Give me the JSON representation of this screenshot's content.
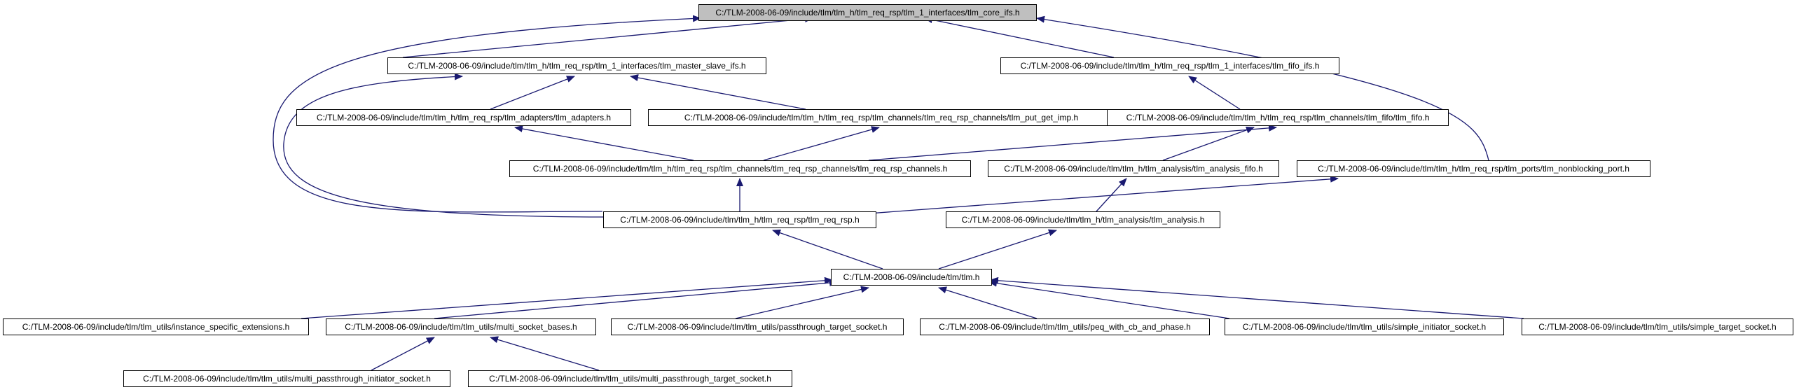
{
  "colors": {
    "edge": "#191970",
    "node_border": "#000000",
    "node_fill": "#ffffff",
    "root_fill": "#bfbfbf"
  },
  "nodes": {
    "core_ifs": "C:/TLM-2008-06-09/include/tlm/tlm_h/tlm_req_rsp/tlm_1_interfaces/tlm_core_ifs.h",
    "master_slave_ifs": "C:/TLM-2008-06-09/include/tlm/tlm_h/tlm_req_rsp/tlm_1_interfaces/tlm_master_slave_ifs.h",
    "fifo_ifs": "C:/TLM-2008-06-09/include/tlm/tlm_h/tlm_req_rsp/tlm_1_interfaces/tlm_fifo_ifs.h",
    "adapters": "C:/TLM-2008-06-09/include/tlm/tlm_h/tlm_req_rsp/tlm_adapters/tlm_adapters.h",
    "put_get_imp": "C:/TLM-2008-06-09/include/tlm/tlm_h/tlm_req_rsp/tlm_channels/tlm_req_rsp_channels/tlm_put_get_imp.h",
    "tlm_fifo": "C:/TLM-2008-06-09/include/tlm/tlm_h/tlm_req_rsp/tlm_channels/tlm_fifo/tlm_fifo.h",
    "req_rsp_channels": "C:/TLM-2008-06-09/include/tlm/tlm_h/tlm_req_rsp/tlm_channels/tlm_req_rsp_channels/tlm_req_rsp_channels.h",
    "analysis_fifo": "C:/TLM-2008-06-09/include/tlm/tlm_h/tlm_analysis/tlm_analysis_fifo.h",
    "nonblocking_port": "C:/TLM-2008-06-09/include/tlm/tlm_h/tlm_req_rsp/tlm_ports/tlm_nonblocking_port.h",
    "req_rsp": "C:/TLM-2008-06-09/include/tlm/tlm_h/tlm_req_rsp/tlm_req_rsp.h",
    "analysis": "C:/TLM-2008-06-09/include/tlm/tlm_h/tlm_analysis/tlm_analysis.h",
    "tlm_h": "C:/TLM-2008-06-09/include/tlm/tlm.h",
    "instance_specific": "C:/TLM-2008-06-09/include/tlm/tlm_utils/instance_specific_extensions.h",
    "multi_socket_bases": "C:/TLM-2008-06-09/include/tlm/tlm_utils/multi_socket_bases.h",
    "passthrough_target": "C:/TLM-2008-06-09/include/tlm/tlm_utils/passthrough_target_socket.h",
    "peq_with_cb": "C:/TLM-2008-06-09/include/tlm/tlm_utils/peq_with_cb_and_phase.h",
    "simple_initiator": "C:/TLM-2008-06-09/include/tlm/tlm_utils/simple_initiator_socket.h",
    "simple_target": "C:/TLM-2008-06-09/include/tlm/tlm_utils/simple_target_socket.h",
    "multi_passthrough_initiator": "C:/TLM-2008-06-09/include/tlm/tlm_utils/multi_passthrough_initiator_socket.h",
    "multi_passthrough_target": "C:/TLM-2008-06-09/include/tlm/tlm_utils/multi_passthrough_target_socket.h"
  }
}
